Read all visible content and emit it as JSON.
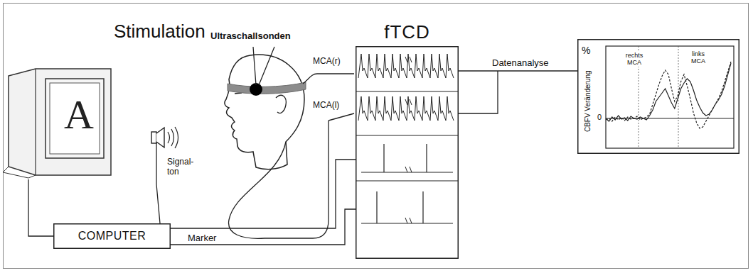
{
  "diagram": {
    "nodes": [
      {
        "text": [
          "A"
        ]
      },
      {
        "text": [
          "Signal- ton"
        ]
      },
      {
        "text": [
          "COMPUTER"
        ]
      },
      {
        "text": [
          "fTCD"
        ]
      },
      {
        "text": [
          "%",
          "CBFV Veränderung",
          "0",
          "rechts MCA",
          "links MCA"
        ]
      }
    ],
    "edges": [
      {
        "from": 2,
        "to": 0,
        "arrow": "none"
      },
      {
        "from": 2,
        "to": 1,
        "arrow": "none"
      },
      {
        "from": 2,
        "to": 3,
        "label": "Marker",
        "arrow": "none"
      },
      {
        "from": 2,
        "to": 3,
        "arrow": "none"
      },
      {
        "from": 3,
        "to": 4,
        "label": "Datenanalyse",
        "arrow": "none"
      }
    ],
    "labels": [
      "Stimulation",
      "Ultraschallsonden",
      "MCA(r)",
      "MCA(l)"
    ]
  }
}
